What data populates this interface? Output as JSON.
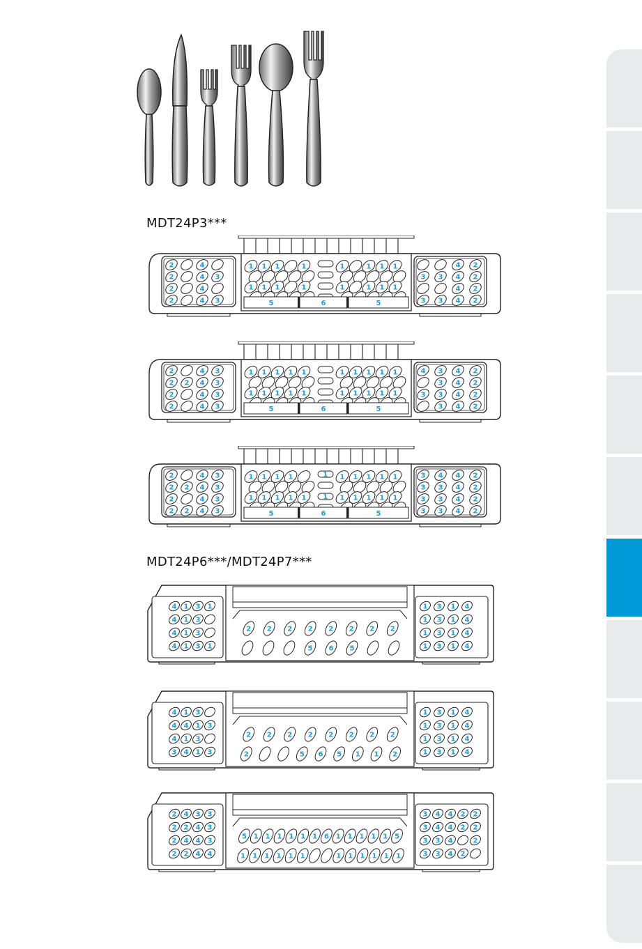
{
  "headings": {
    "p3": "MDT24P3***",
    "p6p7": "MDT24P6***/MDT24P7***"
  },
  "colors": {
    "accent": "#0099d8",
    "tab": "#e9eaeb",
    "label": "#1a9ddb"
  },
  "cutlery_icons": [
    "teaspoon-icon",
    "knife-icon",
    "salad-fork-icon",
    "dinner-fork-icon",
    "tablespoon-icon",
    "serving-fork-icon"
  ],
  "side_tabs": {
    "count": 11,
    "active_index": 6
  },
  "racks": [
    {
      "style": "p3",
      "left": [
        [
          "2",
          "",
          "4",
          ""
        ],
        [
          "2",
          "",
          "4",
          "3"
        ],
        [
          "2",
          "",
          "4",
          ""
        ],
        [
          "2",
          "",
          "4",
          "3"
        ]
      ],
      "middle_rows": [
        [
          "1",
          "1",
          "1",
          "",
          "1",
          "",
          "",
          "1",
          "",
          "1",
          "1",
          "1"
        ],
        [
          "1",
          "1",
          "1",
          "",
          "1",
          "",
          "",
          "1",
          "",
          "1",
          "1",
          "1"
        ]
      ],
      "center": [
        "",
        "",
        "",
        ""
      ],
      "right": [
        [
          "",
          "",
          "4",
          "2"
        ],
        [
          "3",
          "3",
          "4",
          "2"
        ],
        [
          "",
          "",
          "4",
          "2"
        ],
        [
          "3",
          "3",
          "4",
          "2"
        ]
      ],
      "bottom": [
        "5",
        "6",
        "5"
      ]
    },
    {
      "style": "p3",
      "left": [
        [
          "2",
          "",
          "4",
          "3"
        ],
        [
          "2",
          "2",
          "4",
          "3"
        ],
        [
          "2",
          "",
          "4",
          "3"
        ],
        [
          "2",
          "",
          "4",
          "3"
        ]
      ],
      "middle_rows": [
        [
          "1",
          "1",
          "1",
          "1",
          "1",
          "",
          "",
          "1",
          "1",
          "1",
          "1",
          "1"
        ],
        [
          "1",
          "1",
          "1",
          "1",
          "1",
          "",
          "",
          "1",
          "1",
          "1",
          "1",
          "1"
        ]
      ],
      "center": [
        "",
        "",
        "",
        ""
      ],
      "right": [
        [
          "4",
          "3",
          "4",
          "2"
        ],
        [
          "",
          "3",
          "4",
          "2"
        ],
        [
          "3",
          "3",
          "4",
          "2"
        ],
        [
          "",
          "3",
          "4",
          "2"
        ]
      ],
      "bottom": [
        "5",
        "6",
        "5"
      ]
    },
    {
      "style": "p3",
      "left": [
        [
          "2",
          "",
          "4",
          "3"
        ],
        [
          "2",
          "2",
          "4",
          "3"
        ],
        [
          "2",
          "",
          "4",
          "3"
        ],
        [
          "2",
          "2",
          "4",
          "3"
        ]
      ],
      "middle_rows": [
        [
          "1",
          "1",
          "1",
          "1",
          "",
          "",
          "",
          "1",
          "1",
          "1",
          "1",
          "1"
        ],
        [
          "1",
          "1",
          "1",
          "1",
          "1",
          "",
          "",
          "1",
          "1",
          "1",
          "1",
          "1"
        ]
      ],
      "center": [
        "1",
        "",
        "1",
        ""
      ],
      "right": [
        [
          "3",
          "4",
          "4",
          "2"
        ],
        [
          "3",
          "3",
          "4",
          "2"
        ],
        [
          "3",
          "3",
          "4",
          "2"
        ],
        [
          "3",
          "3",
          "4",
          "2"
        ]
      ],
      "bottom": [
        "5",
        "6",
        "5"
      ]
    },
    {
      "style": "p6",
      "left": [
        [
          "4",
          "1",
          "3",
          "1"
        ],
        [
          "4",
          "1",
          "3",
          ""
        ],
        [
          "4",
          "1",
          "3",
          ""
        ],
        [
          "4",
          "1",
          "3",
          "1"
        ]
      ],
      "middle_top": [
        "2",
        "2",
        "2",
        "2",
        "2",
        "2",
        "2",
        "2"
      ],
      "middle_bottom": [
        "",
        "",
        "",
        "5",
        "6",
        "5",
        "",
        ""
      ],
      "right": [
        [
          "1",
          "3",
          "1",
          "4"
        ],
        [
          "1",
          "3",
          "1",
          "4"
        ],
        [
          "1",
          "3",
          "1",
          "4"
        ],
        [
          "1",
          "3",
          "1",
          "4"
        ]
      ]
    },
    {
      "style": "p6",
      "left": [
        [
          "4",
          "1",
          "3",
          ""
        ],
        [
          "4",
          "4",
          "1",
          "3"
        ],
        [
          "4",
          "1",
          "3",
          ""
        ],
        [
          "3",
          "4",
          "1",
          "3"
        ]
      ],
      "middle_top": [
        "2",
        "2",
        "2",
        "2",
        "2",
        "2",
        "2",
        "2"
      ],
      "middle_bottom": [
        "2",
        "",
        "",
        "5",
        "6",
        "5",
        "1",
        "1",
        "2"
      ],
      "right": [
        [
          "1",
          "3",
          "1",
          "4"
        ],
        [
          "1",
          "3",
          "1",
          "4"
        ],
        [
          "1",
          "3",
          "1",
          "4"
        ],
        [
          "1",
          "3",
          "1",
          "4"
        ]
      ]
    },
    {
      "style": "p6",
      "left": [
        [
          "2",
          "4",
          "3",
          "3"
        ],
        [
          "2",
          "2",
          "4",
          "3"
        ],
        [
          "2",
          "4",
          "4",
          "3"
        ],
        [
          "2",
          "2",
          "4",
          "4"
        ]
      ],
      "middle_top": [
        "5",
        "1",
        "1",
        "1",
        "1",
        "1",
        "1",
        "6",
        "1",
        "1",
        "1",
        "1",
        "1",
        "5"
      ],
      "middle_bottom": [
        "1",
        "1",
        "1",
        "1",
        "1",
        "1",
        "",
        "",
        "1",
        "1",
        "1",
        "1",
        "1",
        "1"
      ],
      "right": [
        [
          "3",
          "4",
          "4",
          "2",
          "2"
        ],
        [
          "3",
          "4",
          "4",
          "2",
          "2"
        ],
        [
          "3",
          "3",
          "4",
          "",
          "2"
        ],
        [
          "3",
          "3",
          "4",
          "2",
          ""
        ]
      ]
    }
  ]
}
